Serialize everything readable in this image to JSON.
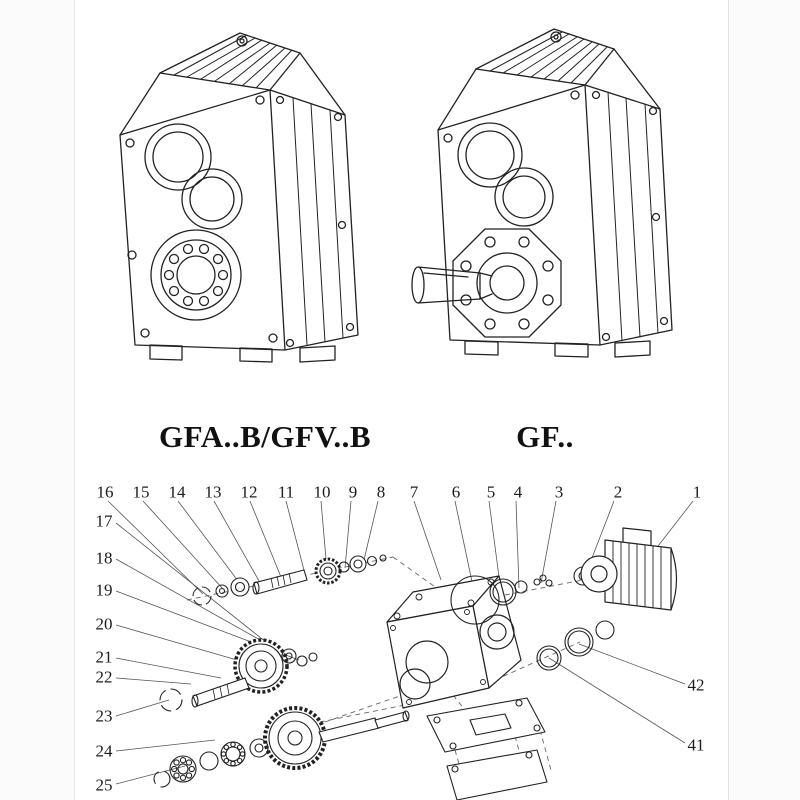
{
  "models": {
    "left": "GFA..B/GFV..B",
    "right": "GF.."
  },
  "callouts": {
    "top": [
      "16",
      "15",
      "14",
      "13",
      "12",
      "11",
      "10",
      "9",
      "8",
      "7",
      "6",
      "5",
      "4",
      "3",
      "2",
      "1"
    ],
    "left": [
      "17",
      "18",
      "19",
      "20",
      "21",
      "22",
      "23",
      "24",
      "25"
    ],
    "right": [
      "42",
      "41"
    ]
  },
  "colors": {
    "ink": "#222222",
    "paper": "#ffffff",
    "leader_line": "#555555"
  }
}
